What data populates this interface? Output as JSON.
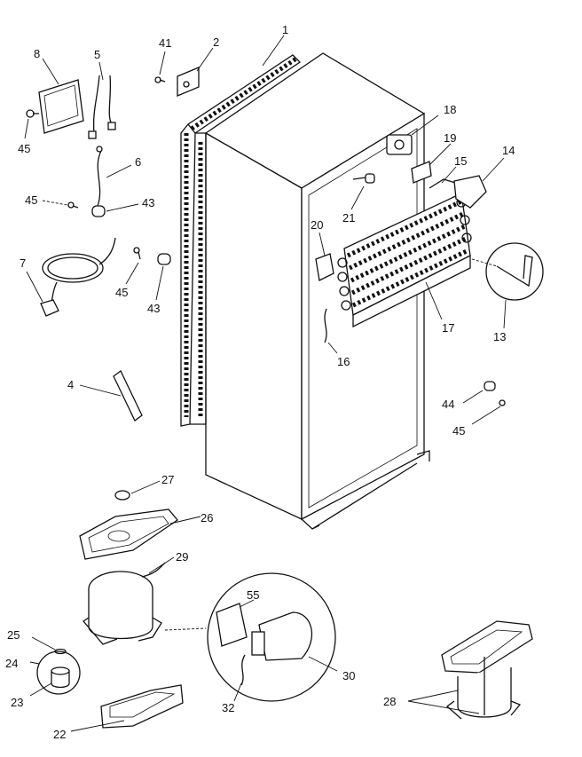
{
  "callouts": [
    {
      "id": "c1",
      "text": "1"
    },
    {
      "id": "c2",
      "text": "2"
    },
    {
      "id": "c41",
      "text": "41"
    },
    {
      "id": "c8",
      "text": "8"
    },
    {
      "id": "c5",
      "text": "5"
    },
    {
      "id": "c45a",
      "text": "45"
    },
    {
      "id": "c6",
      "text": "6"
    },
    {
      "id": "c45b",
      "text": "45"
    },
    {
      "id": "c43a",
      "text": "43"
    },
    {
      "id": "c7",
      "text": "7"
    },
    {
      "id": "c45c",
      "text": "45"
    },
    {
      "id": "c43b",
      "text": "43"
    },
    {
      "id": "c18",
      "text": "18"
    },
    {
      "id": "c19",
      "text": "19"
    },
    {
      "id": "c15",
      "text": "15"
    },
    {
      "id": "c14",
      "text": "14"
    },
    {
      "id": "c21",
      "text": "21"
    },
    {
      "id": "c20",
      "text": "20"
    },
    {
      "id": "c17",
      "text": "17"
    },
    {
      "id": "c13",
      "text": "13"
    },
    {
      "id": "c16",
      "text": "16"
    },
    {
      "id": "c4",
      "text": "4"
    },
    {
      "id": "c44",
      "text": "44"
    },
    {
      "id": "c45d",
      "text": "45"
    },
    {
      "id": "c27",
      "text": "27"
    },
    {
      "id": "c26",
      "text": "26"
    },
    {
      "id": "c29",
      "text": "29"
    },
    {
      "id": "c55",
      "text": "55"
    },
    {
      "id": "c25",
      "text": "25"
    },
    {
      "id": "c24",
      "text": "24"
    },
    {
      "id": "c23",
      "text": "23"
    },
    {
      "id": "c30",
      "text": "30"
    },
    {
      "id": "c28",
      "text": "28"
    },
    {
      "id": "c32",
      "text": "32"
    },
    {
      "id": "c22",
      "text": "22"
    }
  ]
}
